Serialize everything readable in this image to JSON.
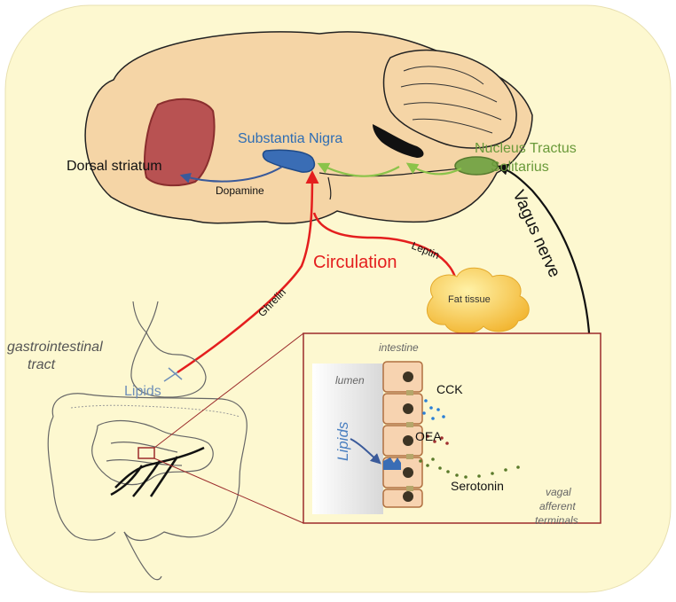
{
  "labels": {
    "dorsal_striatum": "Dorsal striatum",
    "substantia_nigra": "Substantia Nigra",
    "dopamine": "Dopamine",
    "nts_line1": "Nucleus Tractus",
    "nts_line2": "Solitarius",
    "vagus_nerve": "Vagus nerve",
    "leptin": "Leptin",
    "circulation": "Circulation",
    "ghrelin": "Ghrelin",
    "fat_tissue": "Fat tissue",
    "gi_line1": "gastrointestinal",
    "gi_line2": "tract",
    "lipids_gut": "Lipids",
    "intestine": "intestine",
    "lumen": "lumen",
    "lipids_inset": "Lipids",
    "cck": "CCK",
    "oea": "OEA",
    "serotonin": "Serotonin",
    "vagal_line1": "vagal",
    "vagal_line2": "afferent",
    "vagal_line3": "terminals"
  },
  "colors": {
    "background_panel": "#fdf8d0",
    "brain_fill": "#f5d5a6",
    "striatum_fill": "#b85252",
    "nigra_fill": "#3a6db5",
    "nts_fill": "#7aa64a",
    "circulation_red": "#e41e1e",
    "dopamine_blue": "#3a5a9a",
    "vagal_green": "#8bc34a",
    "nerve_black": "#111111",
    "inset_border": "#9b2b2b",
    "cell_fill": "#f7d3b0",
    "cell_border": "#b07040",
    "fat_fill": "#f7c842",
    "cck_dots": "#2a7fd6",
    "oea_dots": "#a03030",
    "serotonin_dots": "#5a7a2a"
  }
}
